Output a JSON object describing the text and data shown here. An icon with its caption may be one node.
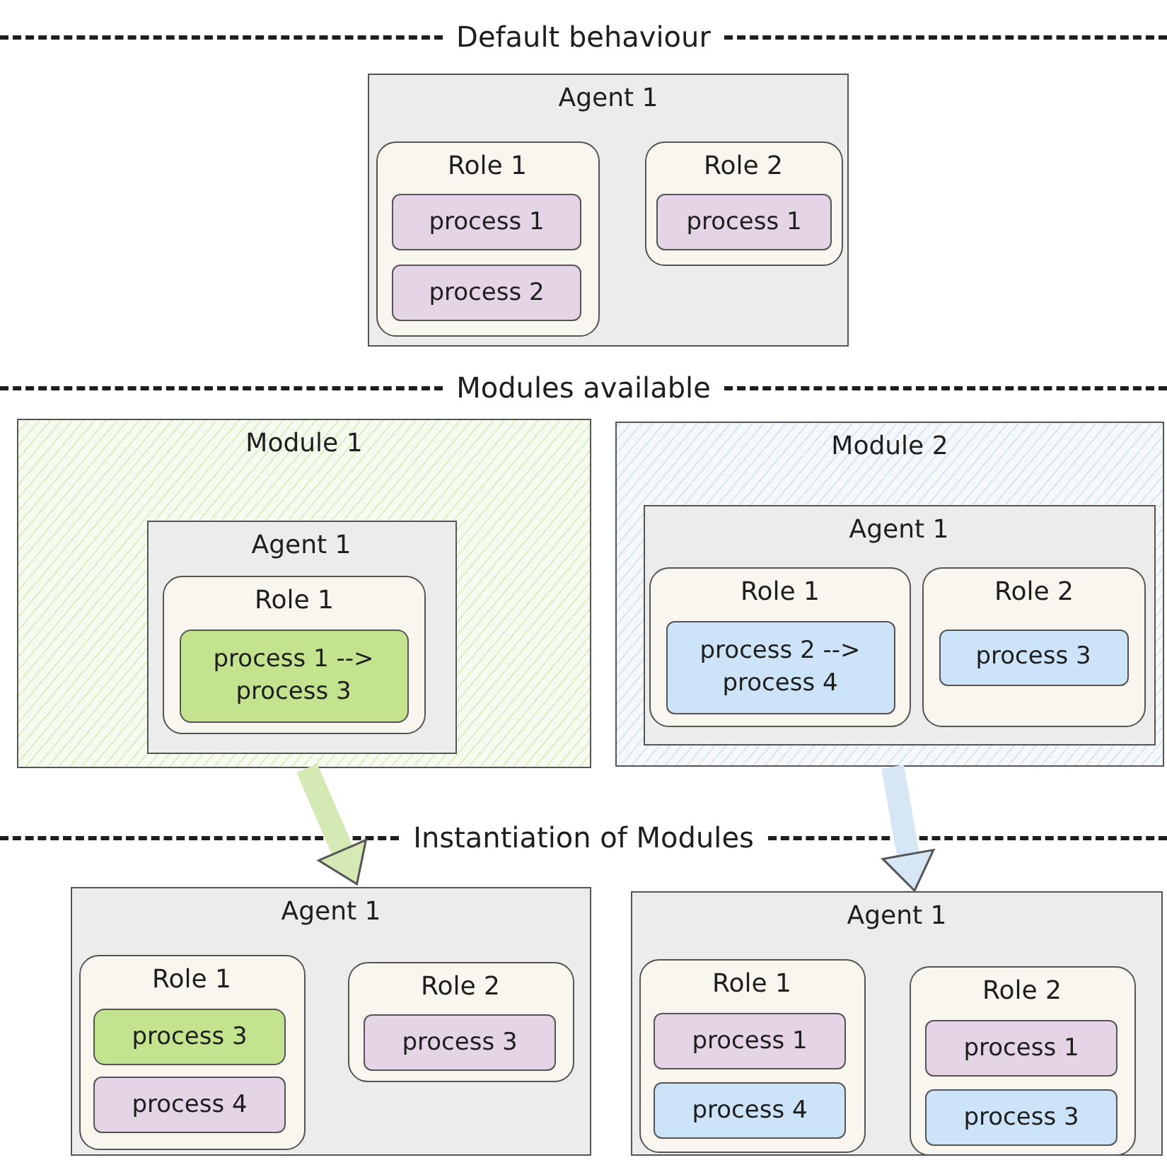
{
  "diagram": {
    "nodes": [
      {
        "text": [
          "Agent 1"
        ]
      },
      {
        "text": [
          "Role 1"
        ],
        "in": 0
      },
      {
        "text": [
          "process 1"
        ],
        "in": 1
      },
      {
        "text": [
          "process 2"
        ],
        "in": 1
      },
      {
        "text": [
          "Role 2"
        ],
        "in": 0
      },
      {
        "text": [
          "process 1"
        ],
        "in": 4
      },
      {
        "text": [
          "Module 1"
        ]
      },
      {
        "text": [
          "Agent 1"
        ],
        "in": 6
      },
      {
        "text": [
          "Role 1"
        ],
        "in": 7
      },
      {
        "text": [
          "process 1 --> process 3"
        ],
        "in": 8
      },
      {
        "text": [
          "Module 2"
        ]
      },
      {
        "text": [
          "Agent 1"
        ],
        "in": 10
      },
      {
        "text": [
          "Role 1"
        ],
        "in": 11
      },
      {
        "text": [
          "process 2 --> process 4"
        ],
        "in": 12
      },
      {
        "text": [
          "Role 2"
        ],
        "in": 11
      },
      {
        "text": [
          "process 3"
        ],
        "in": 14
      },
      {
        "text": [
          "Agent 1"
        ]
      },
      {
        "text": [
          "Role 1"
        ],
        "in": 16
      },
      {
        "text": [
          "process 3"
        ],
        "in": 17
      },
      {
        "text": [
          "process 4"
        ],
        "in": 17
      },
      {
        "text": [
          "Role 2"
        ],
        "in": 16
      },
      {
        "text": [
          "process 3"
        ],
        "in": 20
      },
      {
        "text": [
          "Agent 1"
        ]
      },
      {
        "text": [
          "Role 1"
        ],
        "in": 22
      },
      {
        "text": [
          "process 1"
        ],
        "in": 23
      },
      {
        "text": [
          "process 4"
        ],
        "in": 23
      },
      {
        "text": [
          "Role 2"
        ],
        "in": 22
      },
      {
        "text": [
          "process 1"
        ],
        "in": 26
      },
      {
        "text": [
          "process 3"
        ],
        "in": 26
      }
    ],
    "edges": [
      {
        "from": 6,
        "to": 16,
        "arrow": "to",
        "color": "#d4e9b4"
      },
      {
        "from": 10,
        "to": 22,
        "arrow": "to",
        "color": "#d6e6f5"
      }
    ],
    "labels": [
      "Default behaviour",
      "Modules available",
      "Instantiation of Modules"
    ]
  }
}
